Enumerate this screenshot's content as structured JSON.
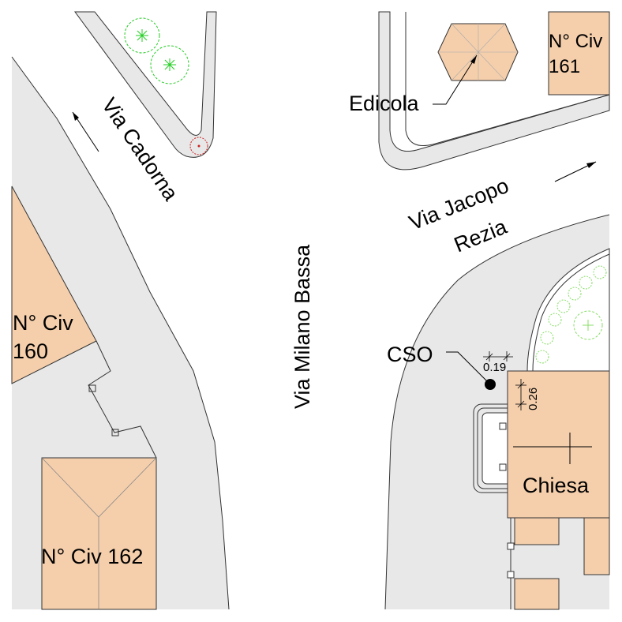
{
  "colors": {
    "background": "#ffffff",
    "sidewalk": "#e8e8e8",
    "building": "#f5cfac",
    "outline": "#333333",
    "vegetation": "#22cc22",
    "light_vegetation": "#88dd66",
    "marker_red": "#cc2222"
  },
  "streets": {
    "cadorna": "Via Cadorna",
    "milano_bassa": "Via Milano Bassa",
    "jacopo_line1": "Via Jacopo",
    "jacopo_line2": "Rezia"
  },
  "buildings": {
    "civ160_line1": "N° Civ",
    "civ160_line2": "160",
    "civ161_line1": "N° Civ",
    "civ161_line2": "161",
    "civ162": "N° Civ 162",
    "chiesa": "Chiesa",
    "edicola": "Edicola"
  },
  "labels": {
    "cso": "CSO",
    "dim_h": "0.19",
    "dim_v": "0.26"
  },
  "icons": {
    "tree": "tree-icon",
    "hydrant": "hydrant-icon",
    "direction": "arrow-icon"
  }
}
